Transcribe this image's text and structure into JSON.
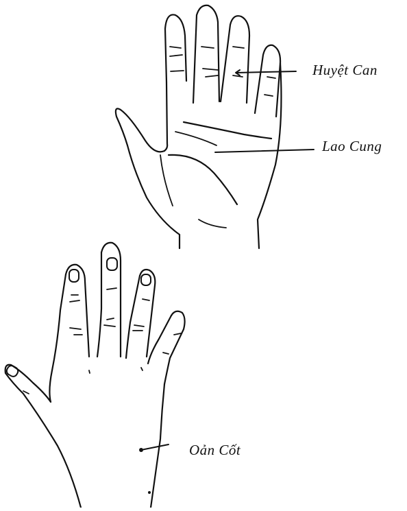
{
  "figure": {
    "labels": {
      "huyet_can": "Huyệt Can",
      "lao_cung": "Lao Cung",
      "oan_cot": "Oản Cốt"
    }
  },
  "colors": {
    "ink": "#111111",
    "background": "#ffffff"
  }
}
